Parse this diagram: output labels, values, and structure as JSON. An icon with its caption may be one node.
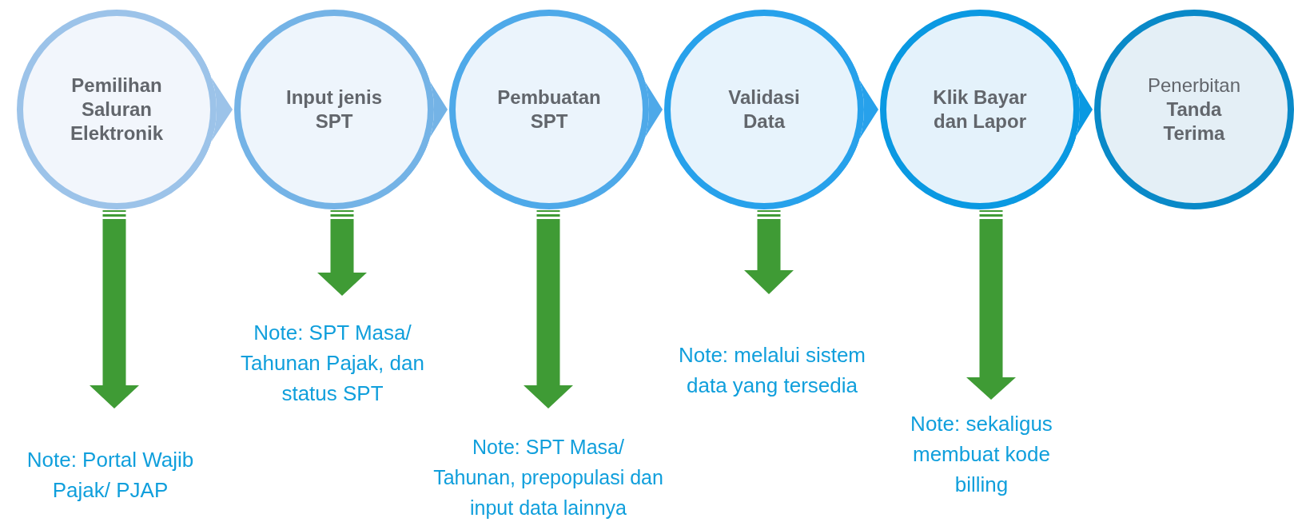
{
  "diagram": {
    "nodes": [
      {
        "text": [
          "Pemilihan Saluran Elektronik"
        ]
      },
      {
        "text": [
          "Input jenis SPT"
        ]
      },
      {
        "text": [
          "Pembuatan SPT"
        ]
      },
      {
        "text": [
          "Validasi Data"
        ]
      },
      {
        "text": [
          "Klik Bayar dan Lapor"
        ]
      },
      {
        "text": [
          "Penerbitan **Tanda Terima**"
        ]
      },
      {
        "text": [
          "Note: Portal Wajib Pajak/ PJAP"
        ]
      },
      {
        "text": [
          "Note: SPT Masa/ Tahunan Pajak, dan status SPT"
        ]
      },
      {
        "text": [
          "Note: SPT Masa/ Tahunan, prepopulasi dan input data lainnya"
        ]
      },
      {
        "text": [
          "Note: melalui sistem data yang tersedia"
        ]
      },
      {
        "text": [
          "Note: sekaligus membuat kode billing"
        ]
      }
    ],
    "edges": [
      {
        "from": 0,
        "to": 1,
        "arrow": "to"
      },
      {
        "from": 1,
        "to": 2,
        "arrow": "to"
      },
      {
        "from": 2,
        "to": 3,
        "arrow": "to"
      },
      {
        "from": 3,
        "to": 4,
        "arrow": "to"
      },
      {
        "from": 4,
        "to": 5,
        "arrow": "to"
      },
      {
        "from": 0,
        "to": 6,
        "arrow": "to",
        "color": "#3f9b35"
      },
      {
        "from": 1,
        "to": 7,
        "arrow": "to",
        "color": "#3f9b35"
      },
      {
        "from": 2,
        "to": 8,
        "arrow": "to",
        "color": "#3f9b35"
      },
      {
        "from": 3,
        "to": 9,
        "arrow": "to",
        "color": "#3f9b35"
      },
      {
        "from": 4,
        "to": 10,
        "arrow": "to",
        "color": "#3f9b35"
      }
    ]
  }
}
